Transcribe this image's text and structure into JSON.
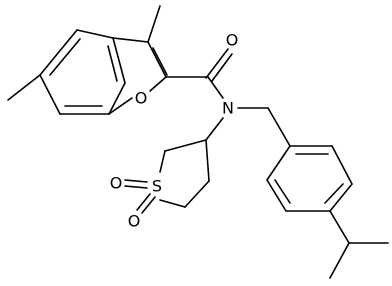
{
  "molecule": {
    "atoms": {
      "o_furan": "O",
      "o_carbonyl": "O",
      "n_amide": "N",
      "s_sulfone": "S",
      "o_sulfone_1": "O",
      "o_sulfone_2": "O"
    }
  },
  "colors": {
    "bond": "#000000",
    "text": "#000000",
    "background": "#ffffff"
  }
}
